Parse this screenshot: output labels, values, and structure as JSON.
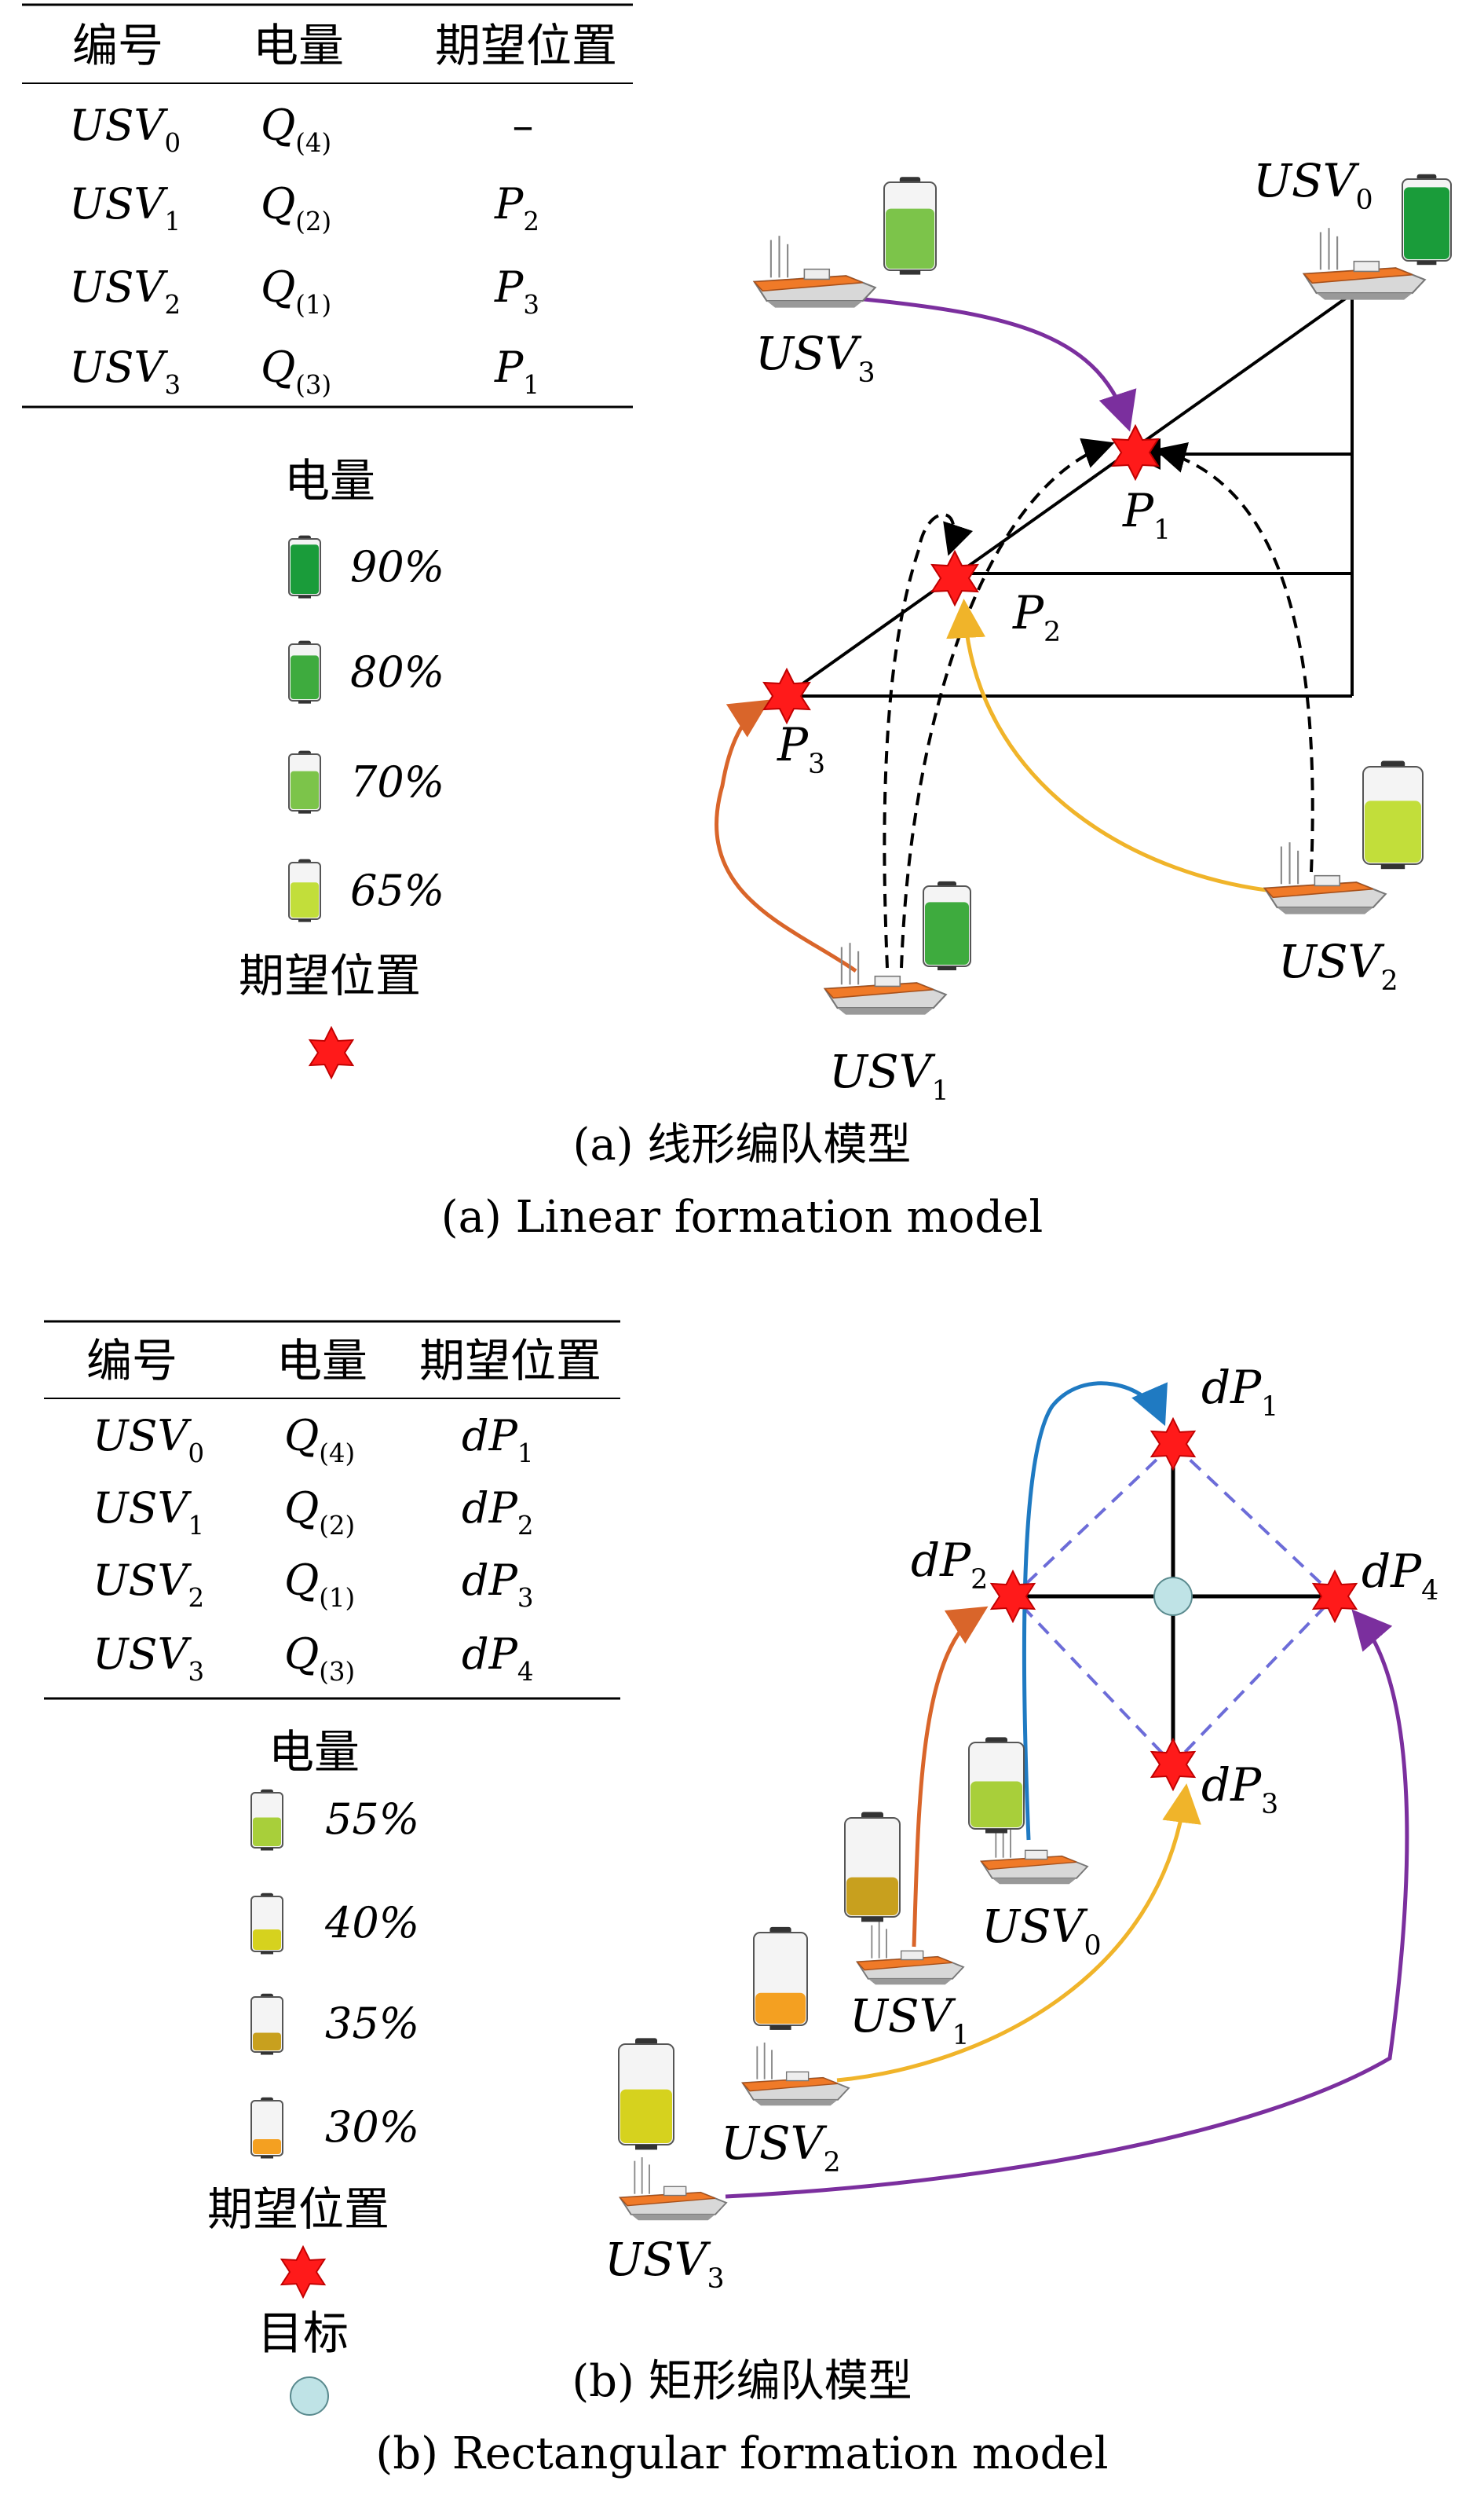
{
  "panel_a": {
    "table": {
      "headers": [
        "编号",
        "电量",
        "期望位置"
      ],
      "rows": [
        {
          "id": "USV",
          "id_sub": "0",
          "q": "Q",
          "q_sub": "(4)",
          "pos": "–",
          "pos_sub": ""
        },
        {
          "id": "USV",
          "id_sub": "1",
          "q": "Q",
          "q_sub": "(2)",
          "pos": "P",
          "pos_sub": "2"
        },
        {
          "id": "USV",
          "id_sub": "2",
          "q": "Q",
          "q_sub": "(1)",
          "pos": "P",
          "pos_sub": "3"
        },
        {
          "id": "USV",
          "id_sub": "3",
          "q": "Q",
          "q_sub": "(3)",
          "pos": "P",
          "pos_sub": "1"
        }
      ]
    },
    "legend": {
      "power_title": "电量",
      "levels": [
        {
          "label": "90%",
          "fill": 0.9,
          "color": "#1a9c3a"
        },
        {
          "label": "80%",
          "fill": 0.8,
          "color": "#3eab3e"
        },
        {
          "label": "70%",
          "fill": 0.7,
          "color": "#7cc44a"
        },
        {
          "label": "65%",
          "fill": 0.65,
          "color": "#c2de3a"
        }
      ],
      "target_pos_title": "期望位置"
    },
    "labels": {
      "usv0": {
        "base": "USV",
        "sub": "0"
      },
      "usv1": {
        "base": "USV",
        "sub": "1"
      },
      "usv2": {
        "base": "USV",
        "sub": "2"
      },
      "usv3": {
        "base": "USV",
        "sub": "3"
      },
      "p1": {
        "base": "P",
        "sub": "1"
      },
      "p2": {
        "base": "P",
        "sub": "2"
      },
      "p3": {
        "base": "P",
        "sub": "3"
      }
    },
    "caption_cn": "(a) 线形编队模型",
    "caption_en": "(a) Linear formation model"
  },
  "panel_b": {
    "table": {
      "headers": [
        "编号",
        "电量",
        "期望位置"
      ],
      "rows": [
        {
          "id": "USV",
          "id_sub": "0",
          "q": "Q",
          "q_sub": "(4)",
          "pos": "dP",
          "pos_sub": "1"
        },
        {
          "id": "USV",
          "id_sub": "1",
          "q": "Q",
          "q_sub": "(2)",
          "pos": "dP",
          "pos_sub": "2"
        },
        {
          "id": "USV",
          "id_sub": "2",
          "q": "Q",
          "q_sub": "(1)",
          "pos": "dP",
          "pos_sub": "3"
        },
        {
          "id": "USV",
          "id_sub": "3",
          "q": "Q",
          "q_sub": "(3)",
          "pos": "dP",
          "pos_sub": "4"
        }
      ]
    },
    "legend": {
      "power_title": "电量",
      "levels": [
        {
          "label": "55%",
          "fill": 0.55,
          "color": "#a8cf3a"
        },
        {
          "label": "40%",
          "fill": 0.4,
          "color": "#d6d21e"
        },
        {
          "label": "35%",
          "fill": 0.35,
          "color": "#c8a01e"
        },
        {
          "label": "30%",
          "fill": 0.3,
          "color": "#f4a021"
        }
      ],
      "target_pos_title": "期望位置",
      "goal_title": "目标"
    },
    "labels": {
      "usv0": {
        "base": "USV",
        "sub": "0"
      },
      "usv1": {
        "base": "USV",
        "sub": "1"
      },
      "usv2": {
        "base": "USV",
        "sub": "2"
      },
      "usv3": {
        "base": "USV",
        "sub": "3"
      },
      "dp1": {
        "base": "dP",
        "sub": "1"
      },
      "dp2": {
        "base": "dP",
        "sub": "2"
      },
      "dp3": {
        "base": "dP",
        "sub": "3"
      },
      "dp4": {
        "base": "dP",
        "sub": "4"
      }
    },
    "caption_cn": "(b) 矩形编队模型",
    "caption_en": "(b) Rectangular formation model"
  },
  "colors": {
    "star": "#ff1a1a",
    "purple": "#7b2f9e",
    "orange": "#d9652a",
    "yellow": "#f0b42a",
    "blue": "#1f7ac2",
    "dash_blue": "#6c6cd8",
    "goal": "#bfe3e6"
  }
}
